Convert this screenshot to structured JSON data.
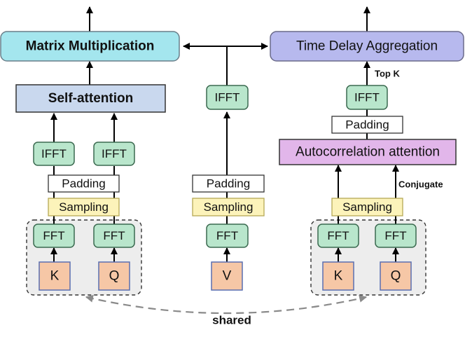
{
  "colors": {
    "matrix_fill": "#a4e6ee",
    "tda_fill": "#b7b9ee",
    "selfattn_fill": "#c9d8ee",
    "autocorr_fill": "#e2b6ea",
    "fft_fill": "#b9e6cc",
    "fft_stroke": "#3b6a50",
    "sampling_fill": "#fcf3ba",
    "kqv_fill": "#f6c7a6",
    "kqv_stroke": "#5a6fb1",
    "group_fill": "#ededed",
    "shared_arrow": "#8a8a8a"
  },
  "left": {
    "top_box": "Matrix Multiplication",
    "attention": "Self-attention",
    "ifft_a": "IFFT",
    "ifft_b": "IFFT",
    "padding": "Padding",
    "sampling": "Sampling",
    "fft_a": "FFT",
    "fft_b": "FFT",
    "input_k": "K",
    "input_q": "Q"
  },
  "middle": {
    "ifft": "IFFT",
    "padding": "Padding",
    "sampling": "Sampling",
    "fft": "FFT",
    "input_v": "V"
  },
  "right": {
    "top_box": "Time Delay Aggregation",
    "top_k_label": "Top K",
    "ifft": "IFFT",
    "padding": "Padding",
    "attention": "Autocorrelation attention",
    "conjugate_label": "Conjugate",
    "sampling": "Sampling",
    "fft_a": "FFT",
    "fft_b": "FFT",
    "input_k": "K",
    "input_q": "Q"
  },
  "shared_label": "shared"
}
